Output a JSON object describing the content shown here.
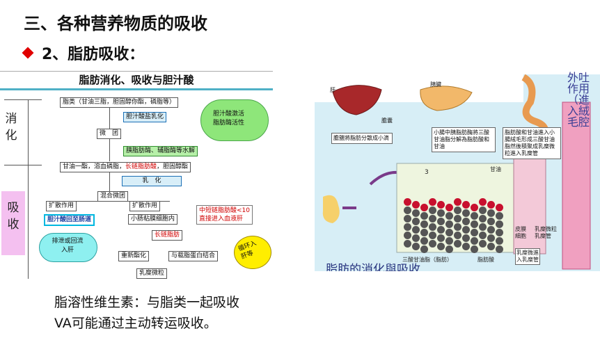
{
  "slide": {
    "title": "三、各种营养物质的吸收",
    "bullet": "2、脂肪吸收：",
    "accent_color": "#e00000"
  },
  "flowchart": {
    "header": "脂肪消化、吸收与胆汁酸",
    "side_labels": {
      "digest": "消化",
      "absorb": "吸收"
    },
    "boxes": {
      "lipids": "脂类（甘油三脂，胆固醇你酯，磷脂等）",
      "bile_emulsify": "胆汁酸盐乳化",
      "bile_activate_1": "胆汁酸激活",
      "bile_activate_2": "脂肪酶活性",
      "micelle": "微　团",
      "lipase": "胰脂肪酶、辅脂酶等水解",
      "products_prefix": "甘油一酯，溶血磷脂，",
      "products_red": "长链脂肪酸",
      "products_suffix": "，胆固醇酯",
      "emulsify": "乳　化",
      "mixed_micelle": "混合微团",
      "diffuse_left": "扩散作用",
      "diffuse_right": "扩散作用",
      "bile_to_intestine": "胆汁酸回至肠道",
      "mucosa": "小肠粘膜细胞内",
      "mcfa_1": "中短链脂肪酸<10",
      "mcfa_2": "直接进入血液肝",
      "excrete_1": "排泄或回流",
      "excrete_2": "入肝",
      "lcfa": "长链脂肪",
      "re_esterify": "重新酯化",
      "apoprotein": "与载脂蛋白结合",
      "lymph_1": "循环入",
      "lymph_2": "肝等",
      "chylomicron": "乳糜微粒"
    }
  },
  "figure": {
    "labels": {
      "liver": "肝",
      "gallbladder": "膽囊",
      "pancreas": "胰臟",
      "small_intestine": "小腸",
      "glycerol": "甘油",
      "three": "3",
      "triglyceride": "三酸甘油脂（脂肪）",
      "fatty_acid": "脂肪酸",
      "villus_cell": "皮膜\n細胞",
      "chylo_lymph": "乳糜微粒\n乳糜管",
      "enter_lymph": "乳糜微進\n入乳糜管"
    },
    "boxes": {
      "bile": "膽鹽將脂肪分散成小滴",
      "pancreatic": "小腸中胰脂肪酶將三酸甘油脂分解為脂肪酸和甘油",
      "absorb": "脂肪酸和甘油進入小腸絨毛形成三酸甘油脂然後積聚成乳糜微粒進入乳糜管"
    },
    "vertical_text": "外吐作用（進入絨毛腔",
    "caption": "脂肪的消化與吸收"
  },
  "footnote": {
    "line1": "脂溶性维生素：与脂类一起吸收",
    "line2": "VA可能通过主动转运吸收。"
  }
}
